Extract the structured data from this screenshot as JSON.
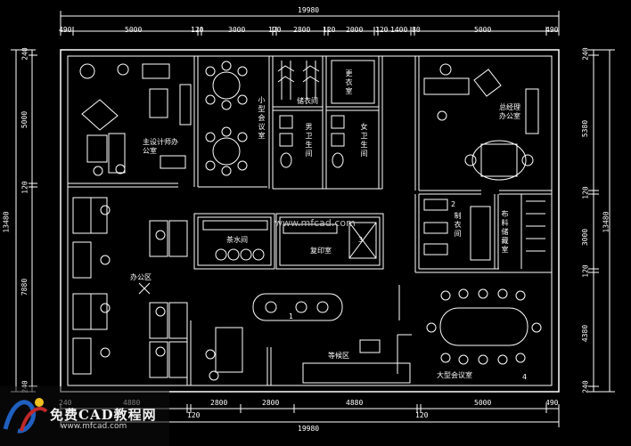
{
  "colors": {
    "background": "#000000",
    "lines": "#ffffff",
    "watermark_blue": "#1f5fbf",
    "watermark_red": "#c0282a",
    "watermark_yellow": "#f0c020"
  },
  "dimensions": {
    "top_total": "19980",
    "top_segments": [
      "490",
      "5000",
      "120",
      "3000",
      "120",
      "2800",
      "120",
      "2000",
      "120",
      "1400",
      "80",
      "5000",
      "490"
    ],
    "bottom_total": "19980",
    "bottom_segments": [
      "240",
      "4880",
      "120",
      "2800",
      "2800",
      "4880",
      "120",
      "5000",
      "490"
    ],
    "left_total": "13480",
    "left_segments": [
      "240",
      "5000",
      "120",
      "7880",
      "240"
    ],
    "right_total": "13480",
    "right_segments": [
      "240",
      "5380",
      "120",
      "3000",
      "120",
      "4380",
      "240"
    ]
  },
  "rooms": {
    "chief_designer": "主设计师办公室",
    "small_meeting": "小型会议室",
    "storage": "储衣间",
    "changing": "更衣室",
    "male_wc": "男卫生间",
    "female_wc": "女卫生间",
    "general_manager": "总经理办公室",
    "tea_room": "茶水间",
    "copy_room": "复印室",
    "office_area": "办公区",
    "tailoring": "制衣间",
    "fabric_storage": "布料储藏室",
    "waiting": "等候区",
    "large_meeting": "大型会议室"
  },
  "markers": {
    "marker_1": "1",
    "marker_2": "2",
    "marker_3": "3",
    "marker_4": "4"
  },
  "watermark": {
    "center_url": "www.mfcad.com",
    "logo_title": "免费CAD教程网",
    "logo_url": "www.mfcad.com"
  }
}
